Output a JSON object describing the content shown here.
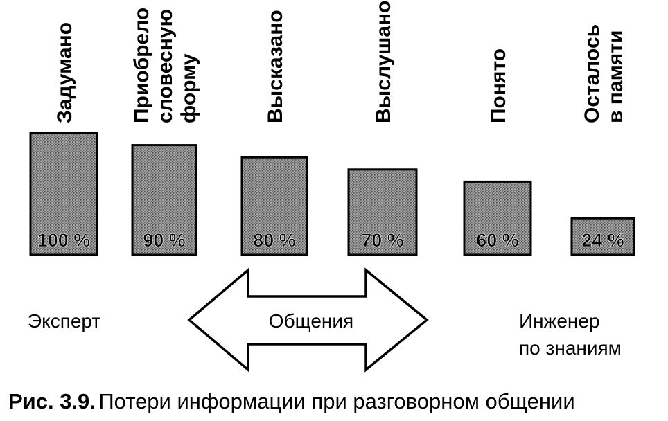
{
  "chart_data": {
    "type": "bar",
    "categories": [
      [
        "Задумано"
      ],
      [
        "Приобрело",
        "словесную",
        "форму"
      ],
      [
        "Высказано"
      ],
      [
        "Выслушано"
      ],
      [
        "Понято"
      ],
      [
        "Осталось",
        "в памяти"
      ]
    ],
    "values": [
      100,
      90,
      80,
      70,
      60,
      24
    ],
    "value_labels": [
      "100 %",
      "90 %",
      "80 %",
      "70 %",
      "60 %",
      "24 %"
    ],
    "ylim": [
      0,
      100
    ],
    "grid": false,
    "bar_fill": "#8a8a8a",
    "bar_stroke": "#000000"
  },
  "diagram": {
    "left_label": "Эксперт",
    "arrow_label": "Общения",
    "right_label": [
      "Инженер",
      "по знаниям"
    ]
  },
  "caption": {
    "prefix": "Рис. 3.9.",
    "text": " Потери информации при разговорном общении"
  }
}
